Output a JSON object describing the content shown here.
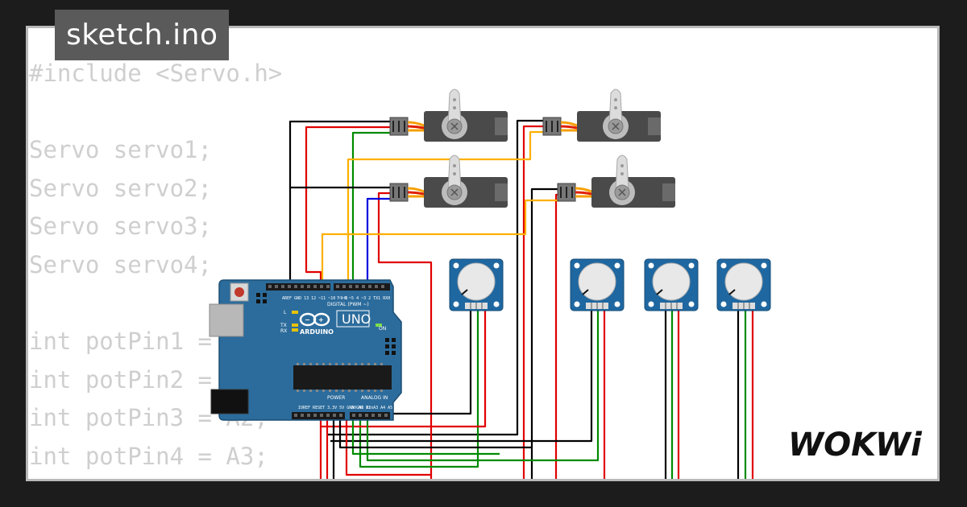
{
  "tab": {
    "title": "sketch.ino"
  },
  "code_lines": [
    "#include <Servo.h>",
    "",
    "Servo servo1;",
    "Servo servo2;",
    "Servo servo3;",
    "Servo servo4;",
    "",
    "int potPin1 = A0;",
    "int potPin2 = A1;",
    "int potPin3 = A2;",
    "int potPin4 = A3;"
  ],
  "board": {
    "brand": "ARDUINO",
    "model": "UNO",
    "digital_label": "DIGITAL (PWM ~)",
    "analog_label": "ANALOG IN",
    "power_label": "POWER",
    "on_label": "ON",
    "tx_label": "TX",
    "rx_label": "RX",
    "l_label": "L"
  },
  "brand_logo": {
    "text": "WOKWi"
  },
  "wire_colors": {
    "black": "#000000",
    "red": "#e00000",
    "green": "#008a00",
    "orange": "#ffb000",
    "blue": "#0000e0"
  },
  "colors": {
    "board": "#2c6c9c",
    "servo_body": "#4a4a4a",
    "servo_horn": "#dcdcdc",
    "pot_body": "#1f67a0",
    "knob": "#e8e8e8"
  }
}
